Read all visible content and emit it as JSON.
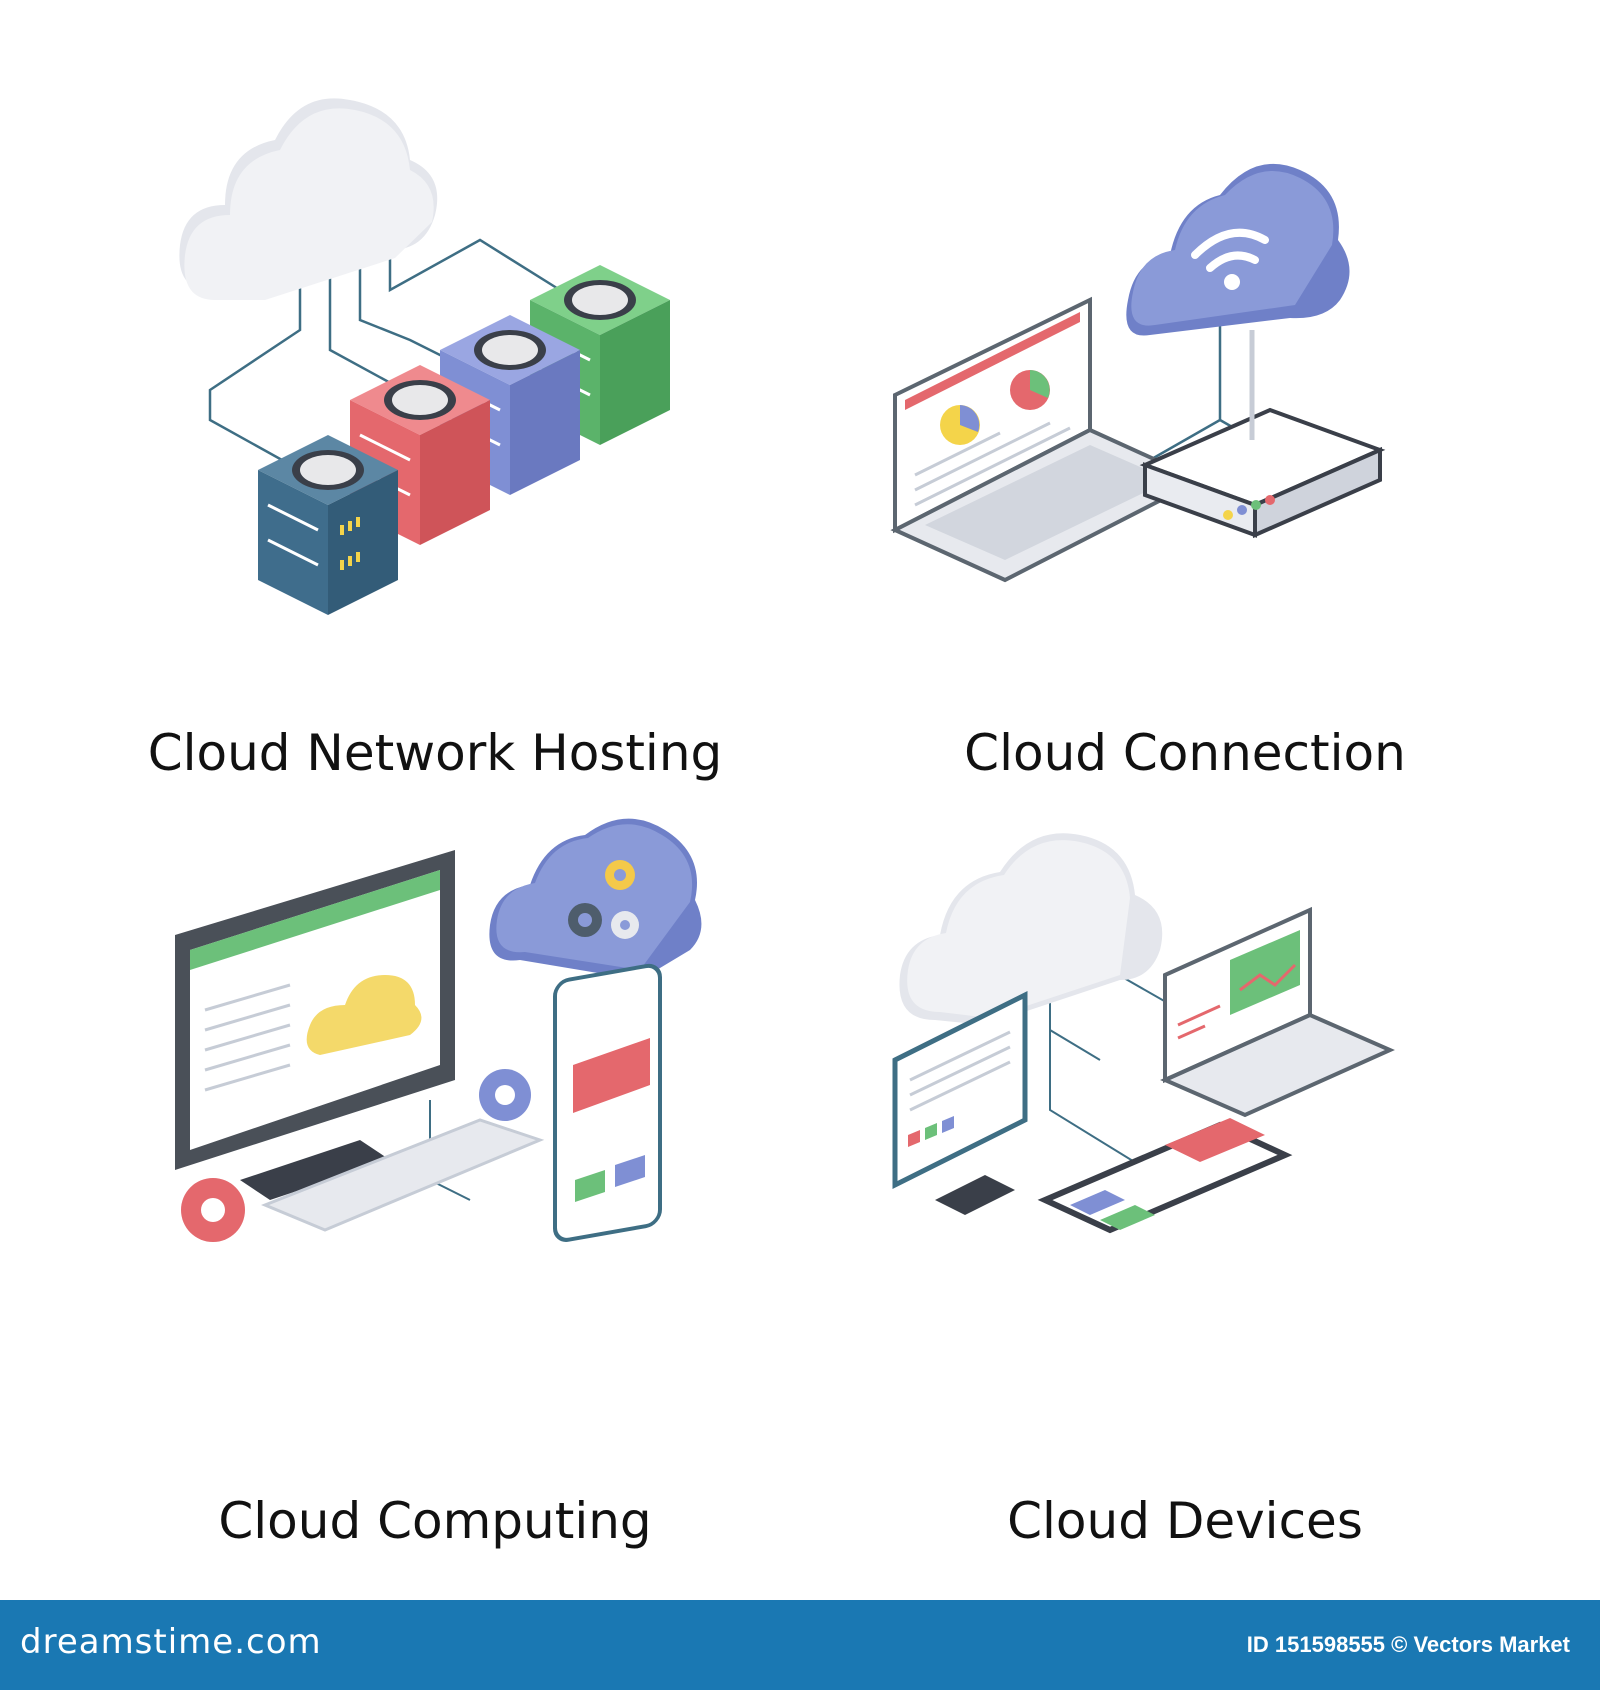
{
  "icons": [
    {
      "caption": "Cloud Network Hosting",
      "icon": "cloud-network-hosting-icon"
    },
    {
      "caption": "Cloud Connection",
      "icon": "cloud-connection-icon"
    },
    {
      "caption": "Cloud Computing",
      "icon": "cloud-computing-icon"
    },
    {
      "caption": "Cloud Devices",
      "icon": "cloud-devices-icon"
    }
  ],
  "footer": {
    "brand": "dreamstime.com",
    "credit": "ID 151598555 © Vectors Market"
  },
  "colors": {
    "footer_bg": "#1a78b3",
    "cloud_gray": "#e6e8ee",
    "cloud_blue": "#7f8fd4",
    "server_teal": "#3f6d8c",
    "server_red": "#e4686d",
    "server_blue": "#7f8fd4",
    "server_green": "#6cc07a",
    "line": "#3e6e84"
  }
}
